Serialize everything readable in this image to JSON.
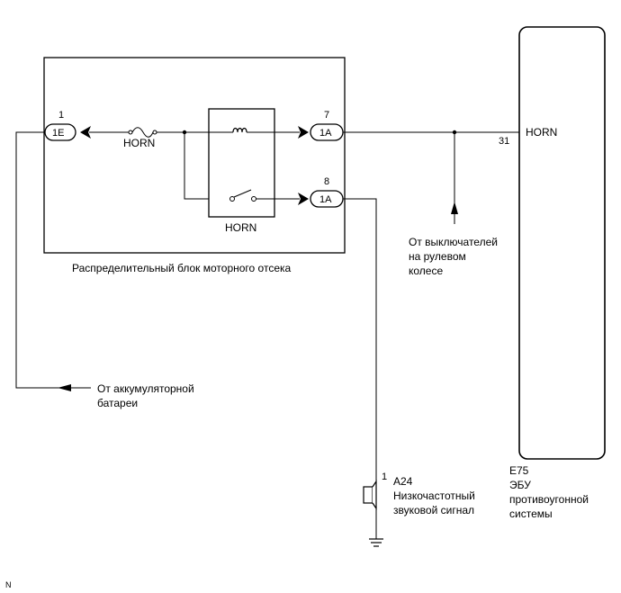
{
  "junction_block": {
    "label": "Распределительный блок моторного отсека"
  },
  "fuse": {
    "label": "HORN"
  },
  "relay": {
    "label": "HORN"
  },
  "connectors": {
    "c1": {
      "pin": "1",
      "code": "1E"
    },
    "c7": {
      "pin": "7",
      "code": "1A"
    },
    "c8": {
      "pin": "8",
      "code": "1A"
    }
  },
  "battery": {
    "line1": "От аккумуляторной",
    "line2": "батареи"
  },
  "switches": {
    "line1": "От выключателей",
    "line2": "на рулевом",
    "line3": "колесе"
  },
  "horn": {
    "pin": "1",
    "code": "A24",
    "line1": "Низкочастотный",
    "line2": "звуковой сигнал"
  },
  "ecu": {
    "pin": "31",
    "signal": "HORN",
    "code": "E75",
    "line1": "ЭБУ",
    "line2": "противоугонной",
    "line3": "системы"
  },
  "footer_mark": "N"
}
